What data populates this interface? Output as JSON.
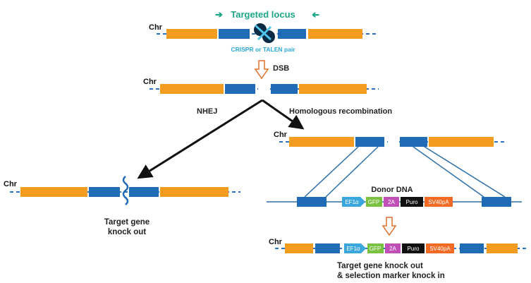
{
  "colors": {
    "orange": "#f39c1f",
    "blue": "#1f6bb5",
    "dash": "#2b74c4",
    "teal": "#1aa587",
    "cyan": "#29a8d8",
    "arrow_outline": "#e0702a",
    "ef1a": "#3aa6dc",
    "gfp": "#7ac142",
    "t2a": "#c050b8",
    "puro": "#111111",
    "sv40pa": "#f26a24"
  },
  "labels": {
    "chr": "Chr",
    "targeted_locus": "Targeted locus",
    "nuclease_pair": "CRISPR or TALEN pair",
    "dsb": "DSB",
    "nhej": "NHEJ",
    "hr": "Homologous recombination",
    "donor": "Donor DNA",
    "ko_line1": "Target gene",
    "ko_line2": "knock out",
    "ki_line1": "Target gene knock out",
    "ki_line2": "& selection marker knock in"
  },
  "icons": {
    "arrow_right": "arrow-right-icon",
    "arrow_left": "arrow-left-icon",
    "nuclease": "nuclease-scissors-icon",
    "down_arrow": "hollow-down-arrow-icon",
    "break_mark": "squiggle-break-icon"
  },
  "cassette": [
    "EF1α",
    "GFP",
    "2A",
    "Puro",
    "SV40pA"
  ]
}
